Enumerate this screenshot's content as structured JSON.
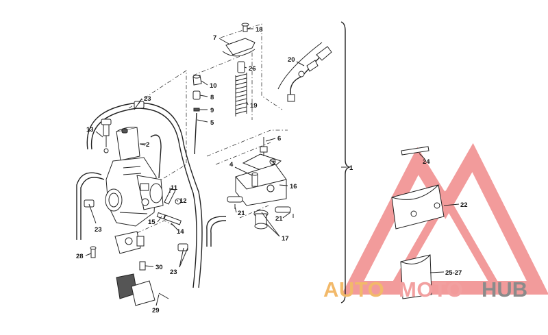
{
  "diagram": {
    "callouts": {
      "c1": "1",
      "c2": "2",
      "c3": "3",
      "c4": "4",
      "c5": "5",
      "c6": "6",
      "c7": "7",
      "c8": "8",
      "c9": "9",
      "c10": "10",
      "c11": "11",
      "c12": "12",
      "c13": "13",
      "c14": "14",
      "c15": "15",
      "c16": "16",
      "c17": "17",
      "c18": "18",
      "c19": "19",
      "c20": "20",
      "c21a": "21",
      "c21b": "21",
      "c22": "22",
      "c23a": "23",
      "c23b": "23",
      "c23c": "23",
      "c24": "24",
      "c2527": "25-27",
      "c26": "26",
      "c28": "28",
      "c29": "29",
      "c30": "30"
    }
  },
  "watermark": {
    "word_auto": "AUTO",
    "word_moto": "MOTO",
    "word_hub": "HUB",
    "color_auto": "#f2b96a",
    "color_moto": "#f2a0a0",
    "color_hub": "#8b8b8b",
    "triangle_color": "#f08080"
  }
}
